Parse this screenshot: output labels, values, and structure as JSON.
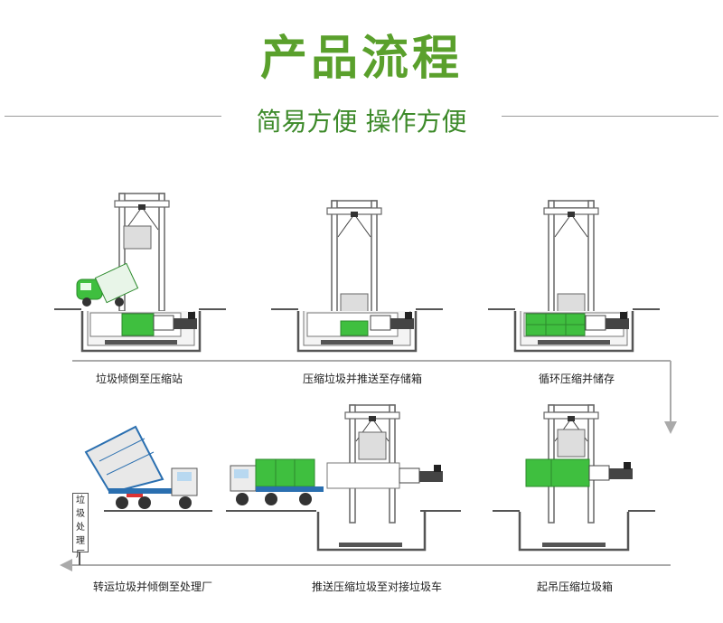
{
  "header": {
    "title": "产品流程",
    "subtitle": "简易方便 操作方便"
  },
  "steps": [
    {
      "caption": "垃圾倾倒至压缩站"
    },
    {
      "caption": "压缩垃圾并推送至存储箱"
    },
    {
      "caption": "循环压缩并储存"
    },
    {
      "caption": "起吊压缩垃圾箱"
    },
    {
      "caption": "推送压缩垃圾至对接垃圾车"
    },
    {
      "caption": "转运垃圾并倾倒至处理厂"
    }
  ],
  "signpost": {
    "text": "垃圾处理厂"
  },
  "colors": {
    "title_green": "#5aa02c",
    "box_green": "#3fbf3f",
    "arrow_gray": "#aaaaaa",
    "truck_blue": "#2a6fb0"
  }
}
